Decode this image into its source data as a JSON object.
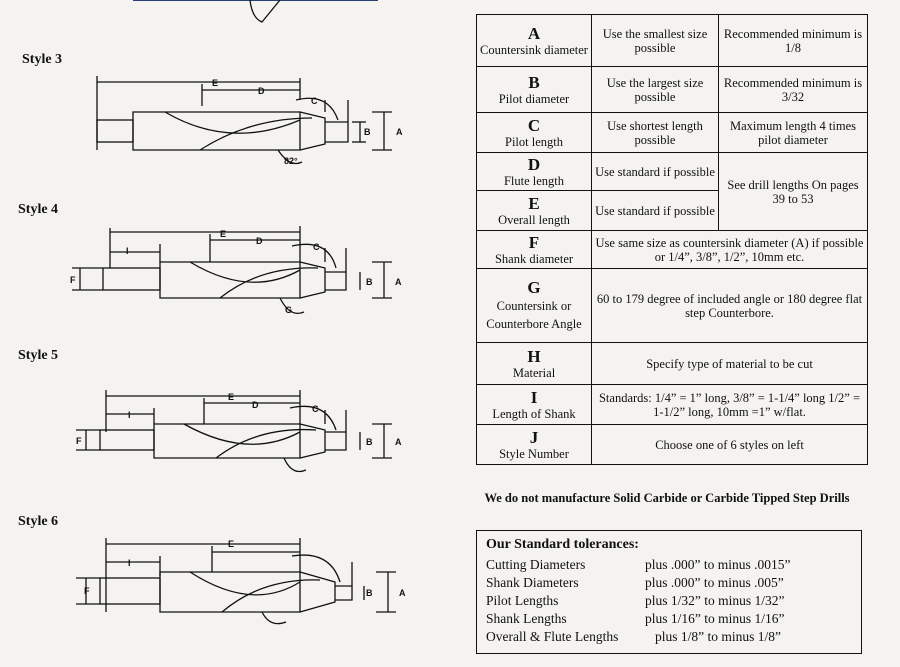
{
  "styles": [
    {
      "label": "Style 3"
    },
    {
      "label": "Style 4"
    },
    {
      "label": "Style 5"
    },
    {
      "label": "Style 6"
    }
  ],
  "drawing_labels": {
    "A": "A",
    "B": "B",
    "C": "C",
    "D": "D",
    "E": "E",
    "F": "F",
    "G": "G",
    "I": "I",
    "angle": "82°"
  },
  "spec_table": [
    {
      "letter": "A",
      "name": "Countersink diameter",
      "col2": "Use the smallest size possible",
      "col3": "Recommended minimum is 1/8"
    },
    {
      "letter": "B",
      "name": "Pilot diameter",
      "col2": "Use the largest size possible",
      "col3": "Recommended minimum is 3/32"
    },
    {
      "letter": "C",
      "name": "Pilot length",
      "col2": "Use shortest length possible",
      "col3": "Maximum length 4 times pilot diameter"
    },
    {
      "letter": "D",
      "name": "Flute length",
      "col2": "Use standard if possible",
      "col3": "See drill lengths On pages 39 to 53"
    },
    {
      "letter": "E",
      "name": "Overall length",
      "col2": "Use standard if possible"
    },
    {
      "letter": "F",
      "name": "Shank diameter",
      "desc": "Use same size as countersink diameter (A) if possible or 1/4”, 3/8”, 1/2”, 10mm etc."
    },
    {
      "letter": "G",
      "name": "Countersink or Counterbore Angle",
      "desc": "60 to 179 degree of included angle or 180 degree flat step Counterbore."
    },
    {
      "letter": "H",
      "name": "Material",
      "desc": "Specify type of material to be cut"
    },
    {
      "letter": "I",
      "name": "Length of Shank",
      "desc": "Standards: 1/4” = 1” long, 3/8” = 1-1/4” long 1/2” = 1-1/2” long, 10mm =1” w/flat."
    },
    {
      "letter": "J",
      "name": "Style Number",
      "desc": "Choose one of 6 styles on left"
    }
  ],
  "note": "We do not manufacture Solid Carbide or Carbide Tipped Step Drills",
  "tolerances": {
    "title": "Our Standard tolerances:",
    "rows": [
      {
        "label": "Cutting Diameters",
        "value": "plus .000” to minus .0015”"
      },
      {
        "label": "Shank Diameters",
        "value": "plus .000” to minus .005”"
      },
      {
        "label": "Pilot Lengths",
        "value": "plus 1/32” to minus 1/32”"
      },
      {
        "label": "Shank Lengths",
        "value": "plus 1/16” to minus 1/16”"
      },
      {
        "label": "Overall & Flute Lengths",
        "value": "plus 1/8” to minus 1/8”"
      }
    ]
  }
}
